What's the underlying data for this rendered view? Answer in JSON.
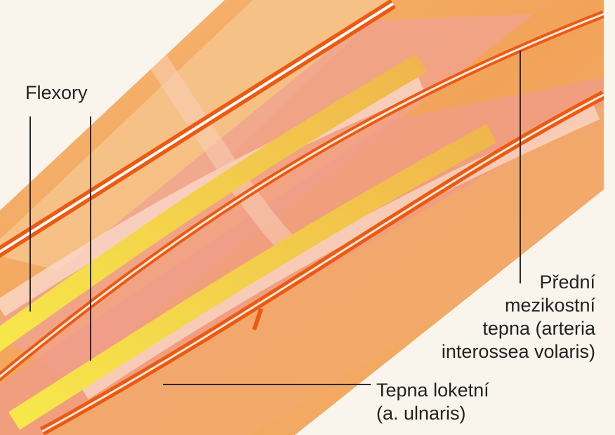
{
  "labels": {
    "flexory": "Flexory",
    "predni_mezikostni": [
      "Přední",
      "mezikostní",
      "tepna (arteria",
      "interossea volaris)"
    ],
    "tepna_loketni": [
      "Tepna loketní",
      "(a. ulnaris)"
    ]
  },
  "colors": {
    "background": "#f9f5ec",
    "muscle_orange": "#f2a35a",
    "muscle_light": "#f6c48c",
    "muscle_pink": "#f0a28e",
    "tendon_pale": "#f9d6c4",
    "nerve_yellow": "#f3e33c",
    "artery_orange": "#ec5a12",
    "leader_line": "#2a2a2a",
    "text": "#222222"
  }
}
